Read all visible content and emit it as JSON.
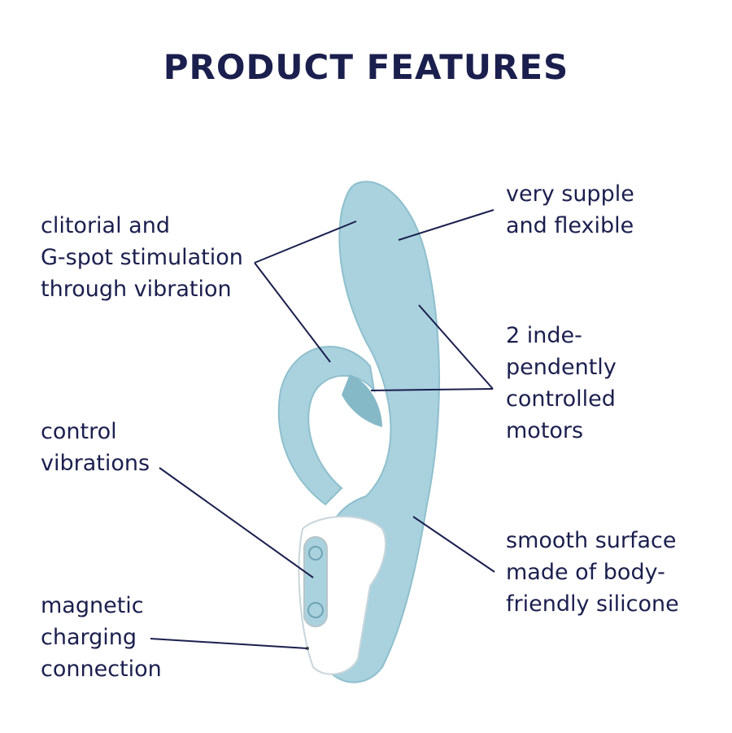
{
  "title": "PRODUCT FEATURES",
  "colors": {
    "text": "#1b1f4e",
    "product_body": "#a9d2de",
    "product_shade": "#86b9c8",
    "handle": "#ffffff",
    "background": "#ffffff"
  },
  "features": {
    "left": [
      {
        "lines": [
          "clitorial and",
          "G-spot stimulation",
          "through vibration"
        ]
      },
      {
        "lines": [
          "control",
          "vibrations"
        ]
      },
      {
        "lines": [
          "magnetic",
          "charging",
          "connection"
        ]
      }
    ],
    "right": [
      {
        "lines": [
          "very supple",
          "and flexible"
        ]
      },
      {
        "lines": [
          "2 inde-",
          "pendently",
          "controlled",
          "motors"
        ]
      },
      {
        "lines": [
          "smooth surface",
          "made of body-",
          "friendly silicone"
        ]
      }
    ]
  }
}
